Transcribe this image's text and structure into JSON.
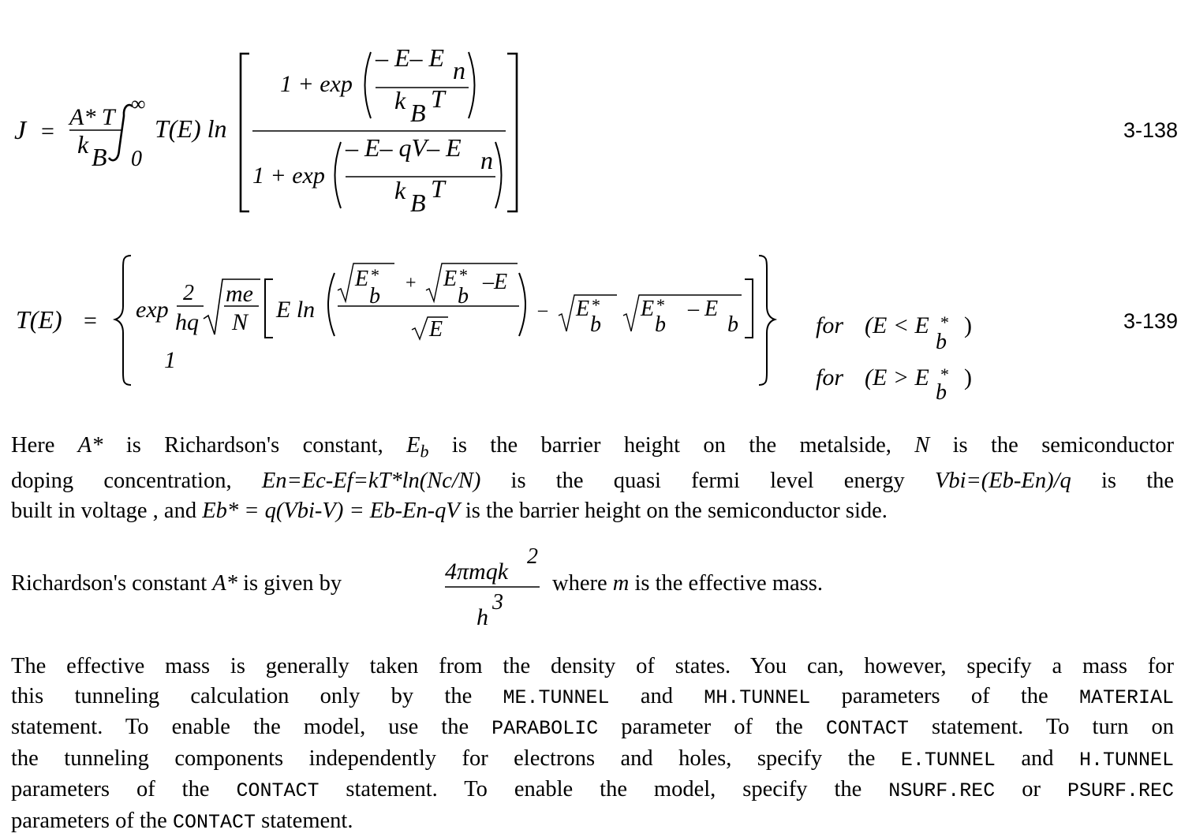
{
  "equations": {
    "eq138": {
      "number": "3-138",
      "lhs": "J",
      "eq": "=",
      "coef_num": "A* T",
      "coef_den_k": "k",
      "coef_den_sub": "B",
      "int_upper": "∞",
      "int_lower": "0",
      "te": "T(E) ln",
      "num_one": "1 + exp",
      "num_top_a": "– E– E",
      "sub_n": "n",
      "kbt_k": "k",
      "kbt_b": "B",
      "kbt_t": "T",
      "den_one": "1 + exp",
      "den_top_a": "– E– qV– E"
    },
    "eq139": {
      "number": "3-139",
      "lhs": "T(E)",
      "eq": "=",
      "exp": "exp",
      "two": "2",
      "hq": "hq",
      "me": "me",
      "N": "N",
      "eln": "E ln",
      "Eb": "E",
      "star": "*",
      "sub_b": "b",
      "plus": "+",
      "minus_E": "–E",
      "sqrtE": "E",
      "minus": "–",
      "minus_Eb": "– E",
      "one": "1",
      "case1_for": "for",
      "case1_cond": "(E < E",
      "case1_close": ")",
      "case2_for": "for",
      "case2_cond": "(E > E",
      "case2_close": ")"
    },
    "richardson": {
      "num": "4πmqk",
      "num_sup": "2",
      "den": "h",
      "den_sup": "3"
    }
  },
  "paragraphs": {
    "p1": {
      "l1_a": "Here ",
      "l1_A": "A*",
      "l1_b": " is Richardson's constant, ",
      "l1_E": "E",
      "l1_Esub": "b",
      "l1_c": " is the barrier height on the metalside, ",
      "l1_N": "N",
      "l1_d": " is the semiconductor",
      "l2_a": "doping concentration, ",
      "l2_En": "En=Ec-Ef=kT*ln(Nc/N)",
      "l2_b": " is the quasi fermi level energy ",
      "l2_Vbi": "Vbi=(Eb-En)/q",
      "l2_c": " is the",
      "l3_a": "built in voltage , and ",
      "l3_Eb": "Eb* = q(Vbi-V) = Eb-En-qV",
      "l3_b": " is the barrier height on the semiconductor side."
    },
    "p2": {
      "a": "Richardson's constant ",
      "A": "A*",
      "b": " is given by",
      "c": "where ",
      "m": "m",
      "d": " is the effective mass."
    },
    "p3": {
      "l1": "The effective mass is generally taken from the density of states. You can, however, specify a mass for",
      "l2_a": "this tunneling calculation only by the ",
      "l2_me": "ME.TUNNEL",
      "l2_b": " and ",
      "l2_mh": "MH.TUNNEL",
      "l2_c": " parameters of the ",
      "l2_mat": "MATERIAL",
      "l3_a": "statement.  To enable the model, use the ",
      "l3_par": "PARABOLIC",
      "l3_b": " parameter of the ",
      "l3_con": "CONTACT",
      "l3_c": " statement.  To turn on",
      "l4_a": "the tunneling components independently for electrons and holes, specify the ",
      "l4_e": "E.TUNNEL",
      "l4_b": " and ",
      "l4_h": "H.TUNNEL",
      "l5_a": "parameters of the ",
      "l5_con": "CONTACT",
      "l5_b": " statement. To enable the model, specify the ",
      "l5_n": "NSURF.REC",
      "l5_c": " or ",
      "l5_p": "PSURF.REC",
      "l6_a": "parameters of the ",
      "l6_con": "CONTACT",
      "l6_b": " statement."
    }
  }
}
